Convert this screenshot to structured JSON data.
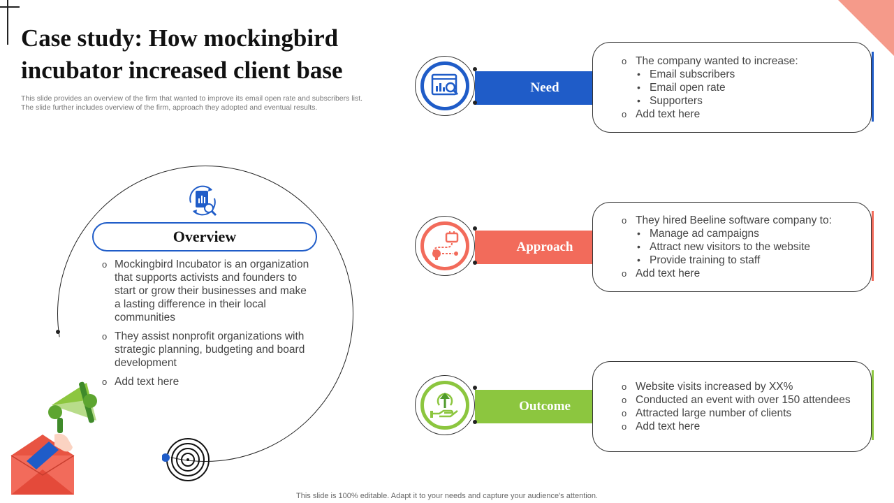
{
  "title": "Case study: How mockingbird incubator increased client base",
  "subtitle": "This slide provides an overview of the firm that wanted to improve its email open rate and subscribers list. The slide further includes overview of the firm, approach they adopted and eventual results.",
  "footer": "This slide is 100% editable. Adapt it to your needs and capture your audience's attention.",
  "overview": {
    "heading": "Overview",
    "icon": "document-search-icon",
    "items": [
      "Mockingbird Incubator  is an organization that supports activists and founders to start or grow their businesses and make a lasting difference in their local communities",
      "They  assist nonprofit organizations with strategic planning, budgeting and board development",
      "Add text here"
    ]
  },
  "sections": [
    {
      "label": "Need",
      "color": "#1f5cc8",
      "icon": "analytics-search-icon",
      "items": [
        {
          "text": "The company wanted to increase:",
          "sub": false
        },
        {
          "text": "Email subscribers",
          "sub": true
        },
        {
          "text": "Email open rate",
          "sub": true
        },
        {
          "text": "Supporters",
          "sub": true
        },
        {
          "text": "Add text here",
          "sub": false
        }
      ]
    },
    {
      "label": "Approach",
      "color": "#f26b5b",
      "icon": "strategy-path-icon",
      "items": [
        {
          "text": "They hired Beeline software company to:",
          "sub": false
        },
        {
          "text": "Manage ad campaigns",
          "sub": true
        },
        {
          "text": "Attract new visitors to the website",
          "sub": true
        },
        {
          "text": "Provide training to staff",
          "sub": true
        },
        {
          "text": "Add text here",
          "sub": false
        }
      ]
    },
    {
      "label": "Outcome",
      "color": "#8cc63f",
      "icon": "growth-hand-icon",
      "items": [
        {
          "text": "Website visits increased by XX%",
          "sub": false
        },
        {
          "text": "Conducted an event with over 150 attendees",
          "sub": false
        },
        {
          "text": "Attracted large number  of clients",
          "sub": false
        },
        {
          "text": "Add text here",
          "sub": false
        }
      ]
    }
  ]
}
